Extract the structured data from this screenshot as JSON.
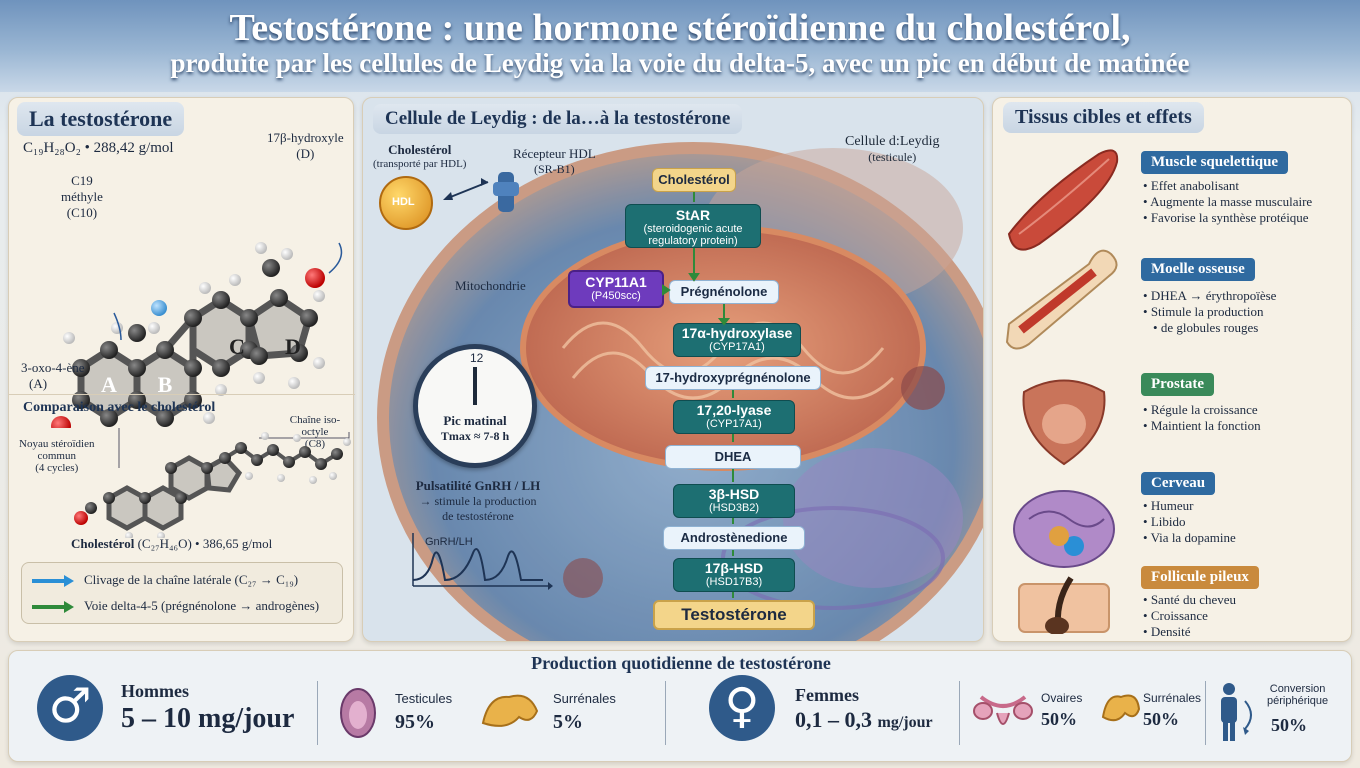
{
  "header": {
    "title_line1": "Testostérone : une hormone stéroïdienne du cholestérol,",
    "title_line2": "produite par les cellules de Leydig via la voie du delta-5, avec un pic en début de matinée"
  },
  "left": {
    "title": "La testostérone",
    "formula": "C₁₉H₂₈O₂  •  288,42 g/mol",
    "label_17b": "17β-hydroxyle",
    "label_17b_sub": "(D)",
    "label_c19": "C19",
    "label_c19_sub": "méthyle",
    "label_c19_sub2": "(C10)",
    "label_oxo": "3-oxo-4-ène",
    "label_oxo_sub": "(A)",
    "rings": [
      "A",
      "B",
      "C",
      "D"
    ],
    "compare_title": "Comparaison avec le cholestérol",
    "iso_label": "Chaîne iso-octyle",
    "iso_sub": "(C8)",
    "noyau_label": "Noyau stéroïdien",
    "noyau_sub": "commun",
    "noyau_sub2": "(4 cycles)",
    "chol_name": "Cholestérol",
    "chol_formula": "(C₂₇H₄₆O)  •  386,65 g/mol",
    "legend": [
      {
        "text": "Clivage de la chaîne latérale (C₂₇ → C₁₉)",
        "color": "#2a8fd6"
      },
      {
        "text": "Voie delta-4-5 (prégnénolone → androgènes)",
        "color": "#2f8a3a"
      }
    ]
  },
  "center": {
    "title": "Cellule de Leydig : de la…à la testostérone",
    "cell_label": "Cellule d:Leydig",
    "cell_sub": "(testicule)",
    "chol_label": "Cholestérol",
    "chol_sub": "(transporté par HDL)",
    "hdl": "HDL",
    "receptor": "Récepteur HDL",
    "receptor_sub": "(SR-B1)",
    "mito": "Mitochondrie",
    "cyp": "CYP11A1",
    "cyp_sub": "(P450scc)",
    "clock_num": "12",
    "clock_t1": "Pic matinal",
    "clock_t2": "Tmax ≈ 7-8 h",
    "puls_title": "Pulsatilité GnRH / LH",
    "puls_t1": "→ stimule la production",
    "puls_t2": "de testostérone",
    "graph_label": "GnRH/LH",
    "pathway": {
      "cholesterol": "Cholestérol",
      "star": "StAR",
      "star_sub": "(steroidogenic acute regulatory protein)",
      "pregnenolone": "Prégnénolone",
      "e1": "17α-hydroxylase",
      "e1_sub": "(CYP17A1)",
      "s2": "17-hydroxyprégnénolone",
      "e2": "17,20-lyase",
      "e2_sub": "(CYP17A1)",
      "s3": "DHEA",
      "e3": "3β-HSD",
      "e3_sub": "(HSD3B2)",
      "s4": "Androstènedione",
      "e4": "17β-HSD",
      "e4_sub": "(HSD17B3)",
      "final": "Testostérone"
    }
  },
  "right": {
    "title": "Tissus cibles et effets",
    "tissues": [
      {
        "name": "Muscle squelettique",
        "items": [
          "Effet anabolisant",
          "Augmente la masse musculaire",
          "Favorise la synthèse protéique"
        ],
        "color": "#2f6aa0"
      },
      {
        "name": "Moelle osseuse",
        "items": [
          "DHEA → érythropoïèse",
          "Stimule la production",
          "de globules rouges"
        ],
        "color": "#2f6aa0"
      },
      {
        "name": "Prostate",
        "items": [
          "Régule la croissance",
          "Maintient la fonction"
        ],
        "color": "#3a8a5a"
      },
      {
        "name": "Cerveau",
        "items": [
          "Humeur",
          "Libido",
          "Via la dopamine"
        ],
        "color": "#2f6aa0"
      },
      {
        "name": "Follicule pileux",
        "items": [
          "Santé du cheveu",
          "Croissance",
          "Densité"
        ],
        "color": "#c98a3d"
      }
    ]
  },
  "bottom": {
    "title": "Production quotidienne de testostérone",
    "men_label": "Hommes",
    "men_value": "5 – 10 mg/jour",
    "testicules": "Testicules",
    "testicules_pct": "95%",
    "surrenales_m": "Surrénales",
    "surrenales_m_pct": "5%",
    "women_label": "Femmes",
    "women_value": "0,1 – 0,3",
    "women_unit": "mg/jour",
    "ovaires": "Ovaires",
    "ovaires_pct": "50%",
    "surrenales_f": "Surrénales",
    "surrenales_f_pct": "50%",
    "conversion": "Conversion",
    "conversion2": "périphérique",
    "conversion_pct": "50%",
    "male_symbol": "♂",
    "female_symbol": "♀"
  }
}
